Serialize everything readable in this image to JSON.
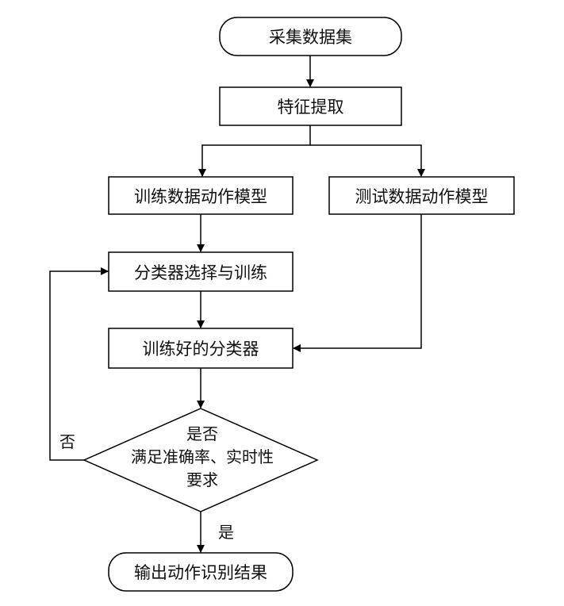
{
  "nodes": {
    "collect": "采集数据集",
    "feature": "特征提取",
    "train_model": "训练数据动作模型",
    "test_model": "测试数据动作模型",
    "classifier_select": "分类器选择与训练",
    "trained_classifier": "训练好的分类器",
    "decision": {
      "line1": "是否",
      "line2": "满足准确率、实时性",
      "line3": "要求"
    },
    "output": "输出动作识别结果"
  },
  "edges": {
    "no_label": "否",
    "yes_label": "是"
  }
}
